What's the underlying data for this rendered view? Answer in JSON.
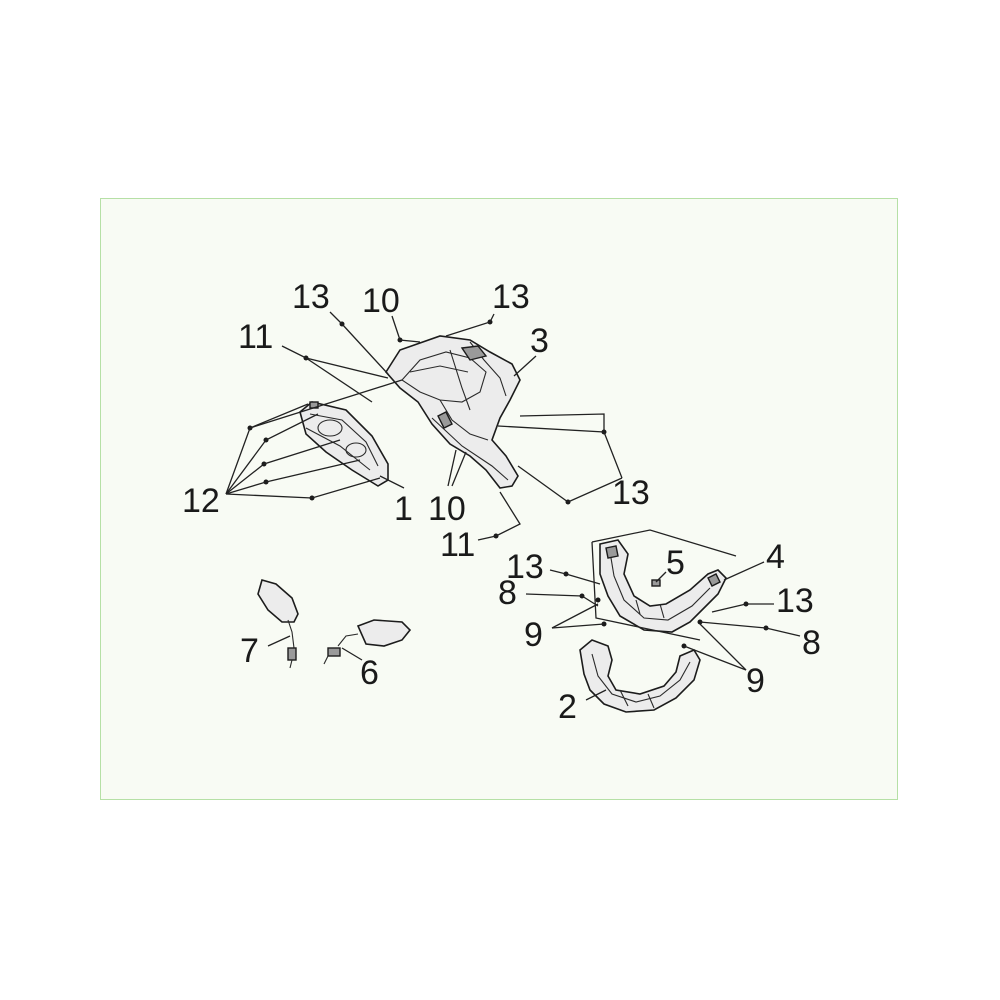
{
  "diagram": {
    "callouts": [
      {
        "id": "c13a",
        "text": "13"
      },
      {
        "id": "c10a",
        "text": "10"
      },
      {
        "id": "c13b",
        "text": "13"
      },
      {
        "id": "c11a",
        "text": "11"
      },
      {
        "id": "c3",
        "text": "3"
      },
      {
        "id": "c12",
        "text": "12"
      },
      {
        "id": "c1",
        "text": "1"
      },
      {
        "id": "c10b",
        "text": "10"
      },
      {
        "id": "c13c",
        "text": "13"
      },
      {
        "id": "c11b",
        "text": "11"
      },
      {
        "id": "c13d",
        "text": "13"
      },
      {
        "id": "c5",
        "text": "5"
      },
      {
        "id": "c4",
        "text": "4"
      },
      {
        "id": "c8a",
        "text": "8"
      },
      {
        "id": "c13e",
        "text": "13"
      },
      {
        "id": "c9a",
        "text": "9"
      },
      {
        "id": "c8b",
        "text": "8"
      },
      {
        "id": "c7",
        "text": "7"
      },
      {
        "id": "c6",
        "text": "6"
      },
      {
        "id": "c9b",
        "text": "9"
      },
      {
        "id": "c2",
        "text": "2"
      }
    ]
  }
}
